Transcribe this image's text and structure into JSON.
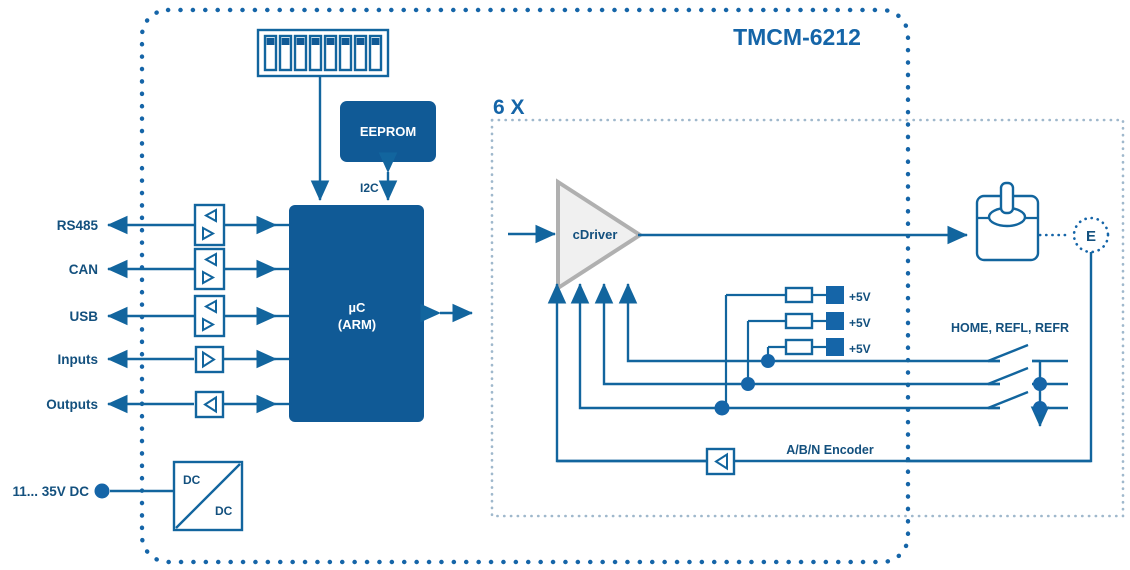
{
  "diagram": {
    "title": "TMCM-6212",
    "multiplier_label": "6 X",
    "blocks": {
      "dip_switch": {
        "name": "dip-switch",
        "switch_count": 8
      },
      "eeprom": {
        "label": "EEPROM"
      },
      "mcu": {
        "label_line1": "µC",
        "label_line2": "(ARM)"
      },
      "dcdc": {
        "label_top": "DC",
        "label_bottom": "DC"
      },
      "cdriver": {
        "label": "cDriver"
      },
      "motor": {
        "name": "stepper-motor"
      },
      "encoder": {
        "label": "E"
      }
    },
    "bus_label": "I2C",
    "interfaces": [
      {
        "label": "RS485",
        "buffer": "bidirectional"
      },
      {
        "label": "CAN",
        "buffer": "bidirectional"
      },
      {
        "label": "USB",
        "buffer": "bidirectional"
      },
      {
        "label": "Inputs",
        "buffer": "input"
      },
      {
        "label": "Outputs",
        "buffer": "output"
      }
    ],
    "power_input": "11... 35V DC",
    "pullups": [
      {
        "label": "+5V"
      },
      {
        "label": "+5V"
      },
      {
        "label": "+5V"
      }
    ],
    "switches_label": "HOME, REFL, REFR",
    "encoder_bus_label": "A/B/N Encoder",
    "colors": {
      "brand_blue": "#105A96",
      "line_blue": "#12659E",
      "title_blue": "#1565A8",
      "label_blue": "#13507E",
      "driver_gray": "#B0B0B0",
      "driver_fill": "#F0F0F0"
    }
  }
}
